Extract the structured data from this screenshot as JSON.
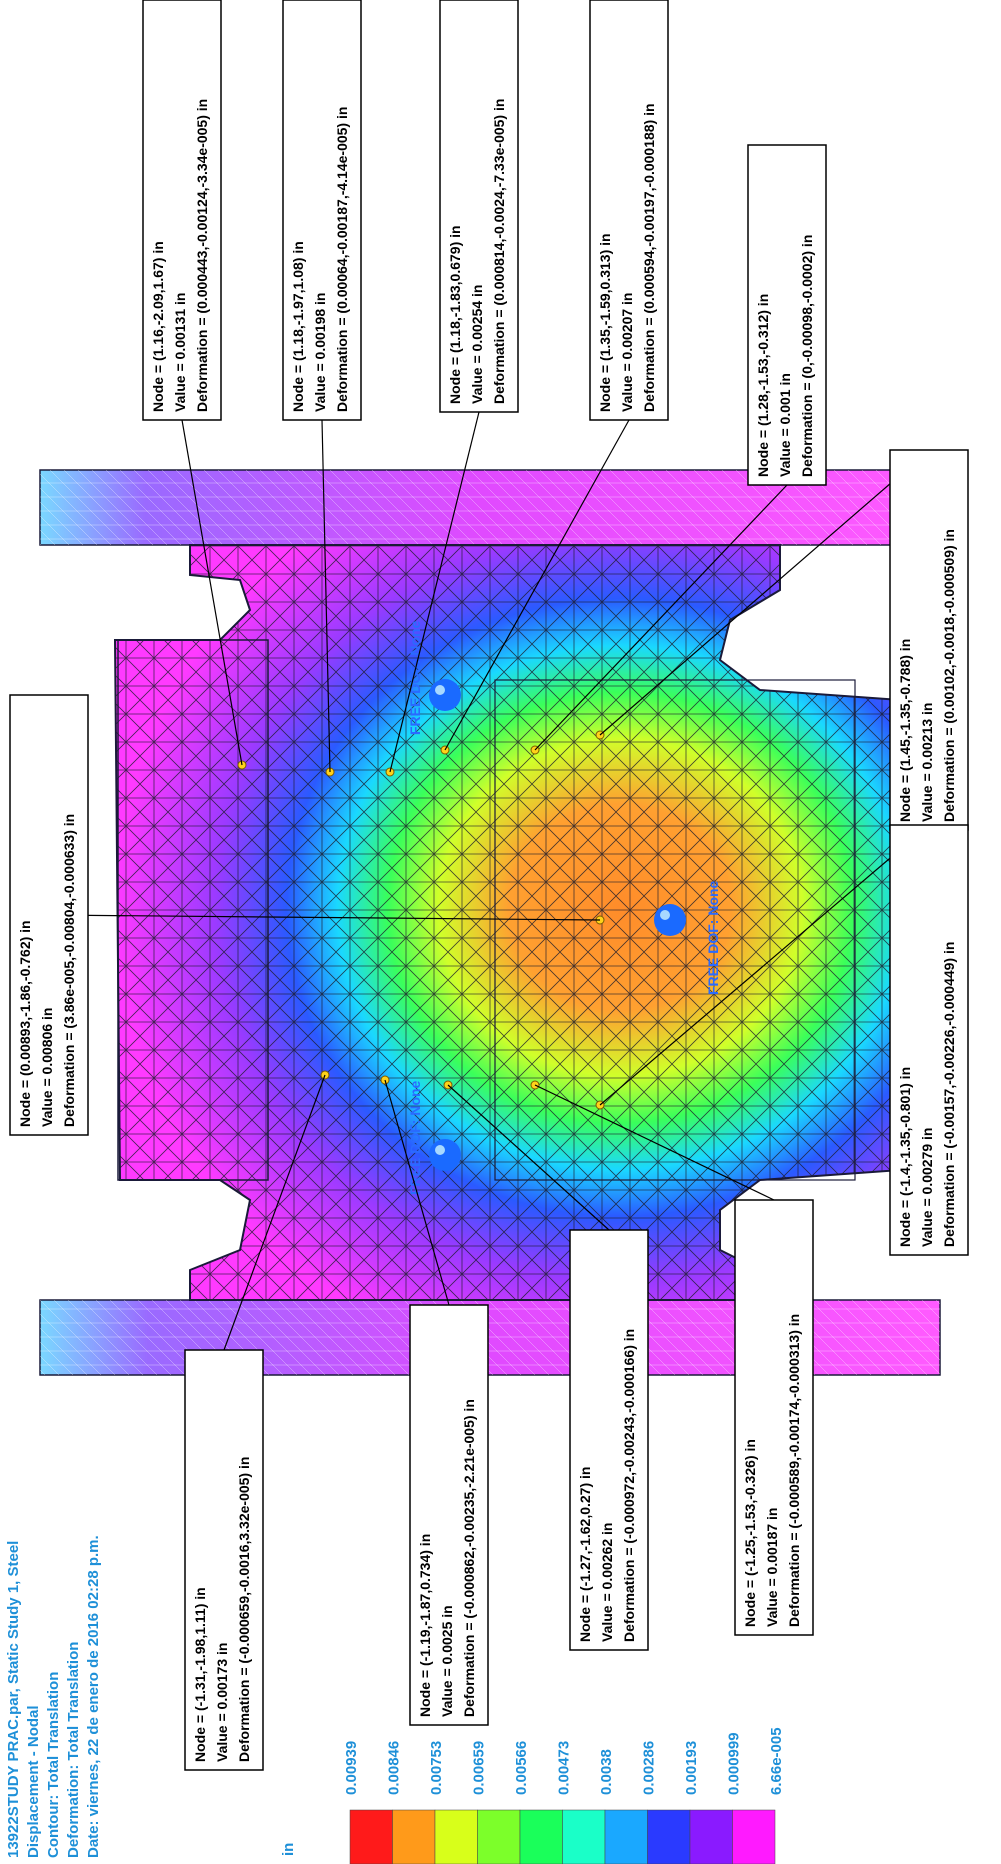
{
  "header": {
    "lines": [
      "13922STUDY PRAC.par, Static Study 1, Steel",
      "Displacement - Nodal",
      "Contour: Total Translation",
      "Deformation: Total Translation",
      "Date: viernes, 22 de enero de 2016  02:28 p.m."
    ],
    "color": "#1e90d8"
  },
  "legend": {
    "unit": "in",
    "values": [
      "0.00939",
      "0.00846",
      "0.00753",
      "0.00659",
      "0.00566",
      "0.00473",
      "0.0038",
      "0.00286",
      "0.00193",
      "0.000999",
      "6.66e-005"
    ],
    "colors": [
      "#ff1a1a",
      "#ff9a1a",
      "#d8ff1a",
      "#7cff2a",
      "#1aff5a",
      "#1affc8",
      "#1aa8ff",
      "#2a3aff",
      "#8a1aff",
      "#ff1aff"
    ]
  },
  "annotations": [
    {
      "node": "Node = (1.16,-2.09,1.67) in",
      "value": "Value = 0.00131 in",
      "deformation": "Deformation = (0.000443,-0.00124,-3.34e-005) in"
    },
    {
      "node": "Node = (1.18,-1.97,1.08) in",
      "value": "Value = 0.00198 in",
      "deformation": "Deformation = (0.00064,-0.00187,-4.14e-005) in"
    },
    {
      "node": "Node = (1.18,-1.83,0.679) in",
      "value": "Value = 0.00254 in",
      "deformation": "Deformation = (0.000814,-0.0024,-7.33e-005) in"
    },
    {
      "node": "Node = (1.35,-1.59,0.313) in",
      "value": "Value = 0.00207 in",
      "deformation": "Deformation = (0.000594,-0.00197,-0.000188) in"
    },
    {
      "node": "Node = (1.28,-1.53,-0.312) in",
      "value": "Value = 0.001 in",
      "deformation": "Deformation = (0,-0.00098,-0.0002) in"
    },
    {
      "node": "Node = (1.45,-1.35,-0.788) in",
      "value": "Value = 0.00213 in",
      "deformation": "Deformation = (0.00102,-0.0018,-0.000509) in"
    },
    {
      "node": "Node = (0.00893,-1.86,-0.762) in",
      "value": "Value = 0.00806 in",
      "deformation": "Deformation = (3.86e-005,-0.00804,-0.000633) in"
    },
    {
      "node": "Node = (-1.4,-1.35,-0.801) in",
      "value": "Value = 0.00279 in",
      "deformation": "Deformation = (-0.00157,-0.00226,-0.000449) in"
    },
    {
      "node": "Node = (-1.25,-1.53,-0.326) in",
      "value": "Value = 0.00187 in",
      "deformation": "Deformation = (-0.000589,-0.00174,-0.000313) in"
    },
    {
      "node": "Node = (-1.27,-1.62,0.27) in",
      "value": "Value = 0.00262 in",
      "deformation": "Deformation = (-0.000972,-0.00243,-0.000166) in"
    },
    {
      "node": "Node = (-1.19,-1.87,0.734) in",
      "value": "Value = 0.0025 in",
      "deformation": "Deformation = (-0.000862,-0.00235,-2.21e-005) in"
    },
    {
      "node": "Node = (-1.31,-1.98,1.11) in",
      "value": "Value = 0.00173 in",
      "deformation": "Deformation = (-0.000659,-0.0016,3.32e-005) in"
    }
  ],
  "dof_labels": [
    "FREE DOF: None",
    "FREE DOF: None",
    "FREE DOF: None"
  ]
}
